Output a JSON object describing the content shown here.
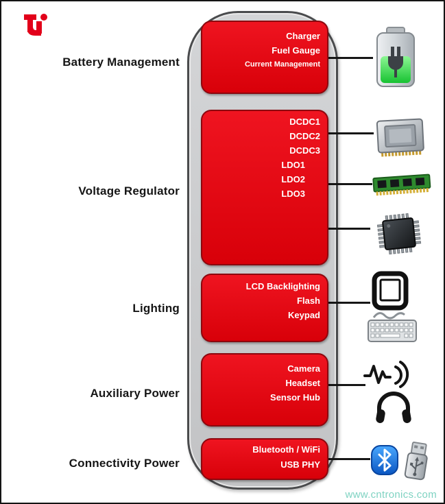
{
  "labels": [
    "Battery Management",
    "Voltage Regulator",
    "Lighting",
    "Auxiliary Power",
    "Connectivity Power"
  ],
  "blocks": [
    {
      "group": "Battery Management",
      "lines": [
        "Charger",
        "Fuel Gauge",
        "Current Management"
      ]
    },
    {
      "group": "Voltage Regulator",
      "lines": [
        "DCDC1",
        "DCDC2",
        "DCDC3",
        "LDO1",
        "LDO2",
        "LDO3"
      ]
    },
    {
      "group": "Lighting",
      "lines": [
        "LCD Backlighting",
        "Flash",
        "Keypad"
      ]
    },
    {
      "group": "Auxiliary Power",
      "lines": [
        "Camera",
        "Headset",
        "Sensor Hub"
      ]
    },
    {
      "group": "Connectivity Power",
      "lines": [
        "Bluetooth / WiFi",
        "USB PHY"
      ]
    }
  ],
  "icons": [
    "ti-logo",
    "battery-icon",
    "cpu-icon",
    "ram-icon",
    "chip-icon",
    "lcd-icon",
    "keyboard-icon",
    "audio-wave-icon",
    "headphones-icon",
    "bluetooth-icon",
    "usb-drive-icon"
  ],
  "watermark": "www.cntronics.com",
  "colors": {
    "block_red": "#e30613",
    "block_border": "#8d070e",
    "capsule_gray": "#c8c9cb",
    "capsule_border": "#4a4b4d",
    "ti_red": "#e2001a",
    "battery_green": "#2ecc40",
    "bluetooth_blue": "#1565d8",
    "watermark_green": "#7fd3c2",
    "text_white": "#ffffff",
    "text_black": "#151515"
  }
}
